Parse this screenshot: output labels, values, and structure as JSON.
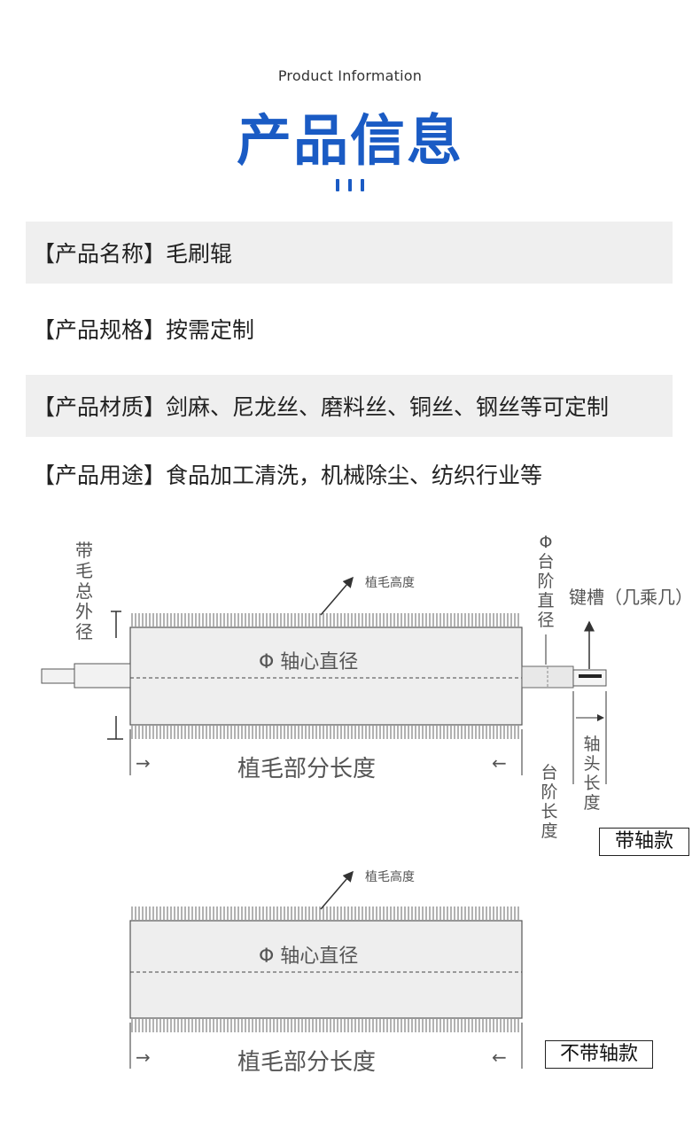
{
  "header": {
    "subtitle_en": "Product Information",
    "title_cn": "产品信息"
  },
  "info": [
    {
      "label": "【产品名称】",
      "value": "毛刷辊"
    },
    {
      "label": "【产品规格】",
      "value": "按需定制"
    },
    {
      "label": "【产品材质】",
      "value": "剑麻、尼龙丝、磨料丝、铜丝、钢丝等可定制"
    },
    {
      "label": "【产品用途】",
      "value": "食品加工清洗，机械除尘、纺织行业等"
    }
  ],
  "diagram_shaft": {
    "outer_diameter_label": [
      "带",
      "毛",
      "总",
      "外",
      "径"
    ],
    "bristle_height_label": "植毛高度",
    "core_diameter_label": "Φ 轴心直径",
    "bristle_length_label": "植毛部分长度",
    "step_diameter_label": [
      "Φ",
      "台",
      "阶",
      "直",
      "径"
    ],
    "keyway_label": "键槽（几乘几）",
    "step_length_label": [
      "台",
      "阶",
      "长",
      "度"
    ],
    "shaft_head_length_label": [
      "轴",
      "头",
      "长",
      "度"
    ],
    "arrow_right": "→",
    "arrow_left": "←",
    "tag": "带轴款"
  },
  "diagram_noshaft": {
    "bristle_height_label": "植毛高度",
    "core_diameter_label": "Φ 轴心直径",
    "bristle_length_label": "植毛部分长度",
    "arrow_right": "→",
    "arrow_left": "←",
    "tag": "不带轴款"
  }
}
